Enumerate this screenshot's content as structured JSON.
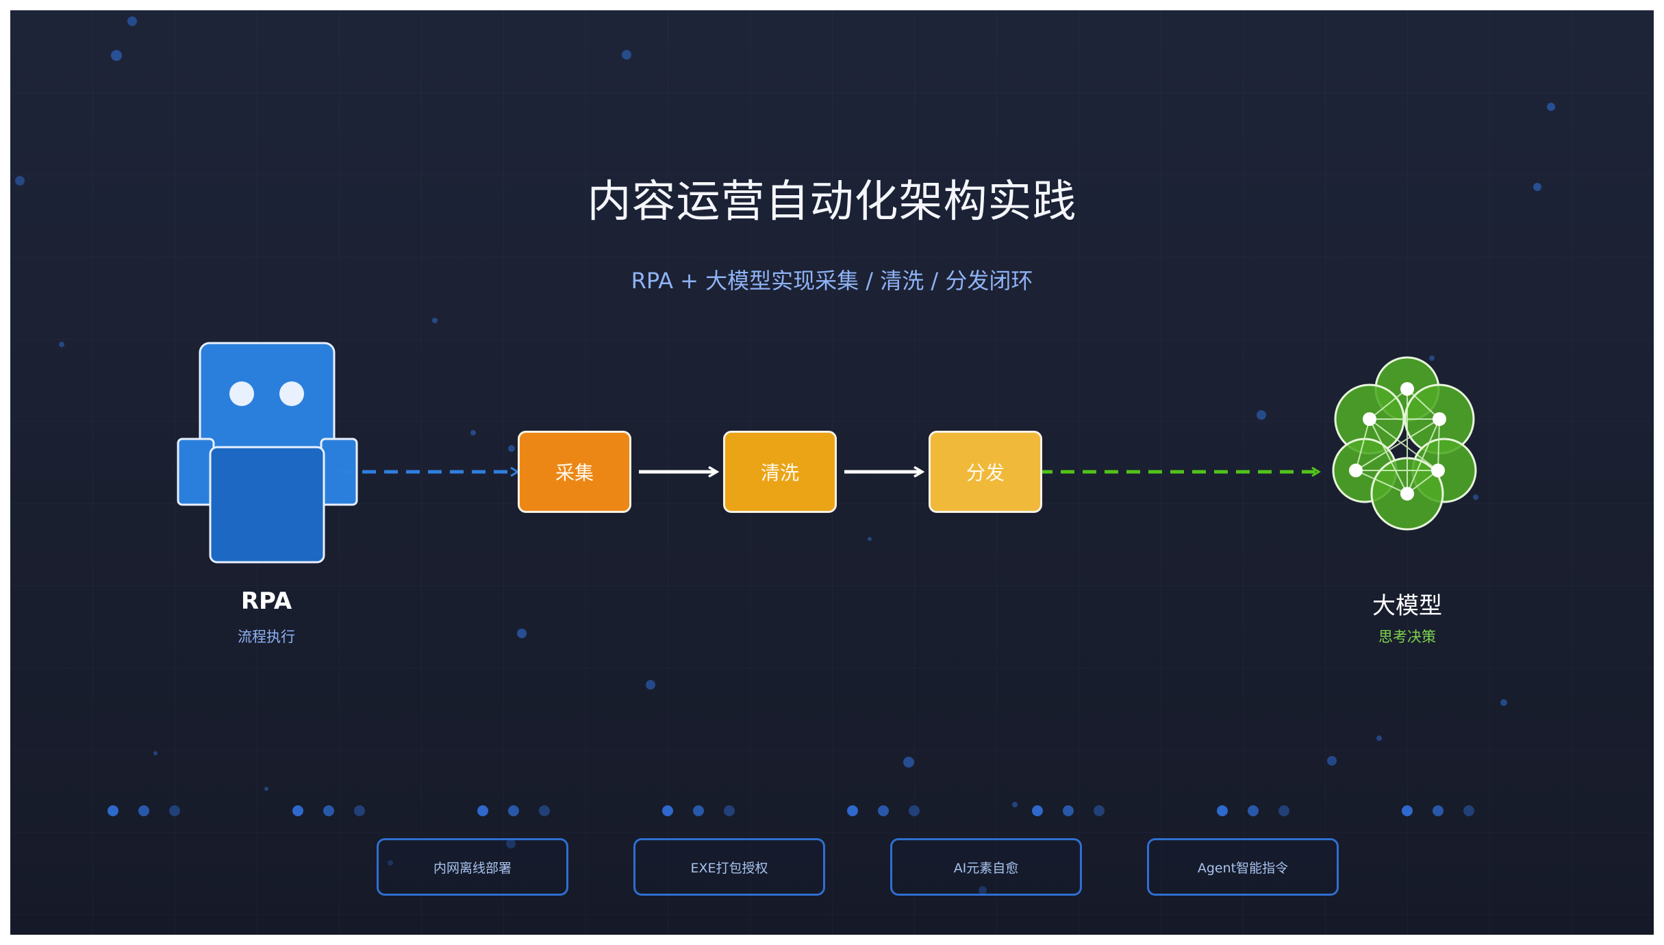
{
  "title": "内容运营自动化架构实践",
  "subtitle": "RPA + 大模型实现采集 / 清洗 / 分发闭环",
  "left_node": {
    "label": "RPA",
    "caption": "流程执行"
  },
  "right_node": {
    "label": "大模型",
    "caption": "思考决策"
  },
  "pipeline": [
    {
      "label": "采集",
      "color": "#ec8716"
    },
    {
      "label": "清洗",
      "color": "#eba416"
    },
    {
      "label": "分发",
      "color": "#f0b93a"
    }
  ],
  "tags": [
    "内网离线部署",
    "EXE打包授权",
    "AI元素自愈",
    "Agent智能指令"
  ],
  "colors": {
    "robot_blue": "#2b7fdc",
    "robot_blue_dark": "#1d68c2",
    "link_blue": "#2f80e0",
    "link_green": "#52c41a",
    "brain_green": "#4faa25",
    "caption_blue": "#8fb3f5",
    "caption_green": "#7ed34e"
  }
}
